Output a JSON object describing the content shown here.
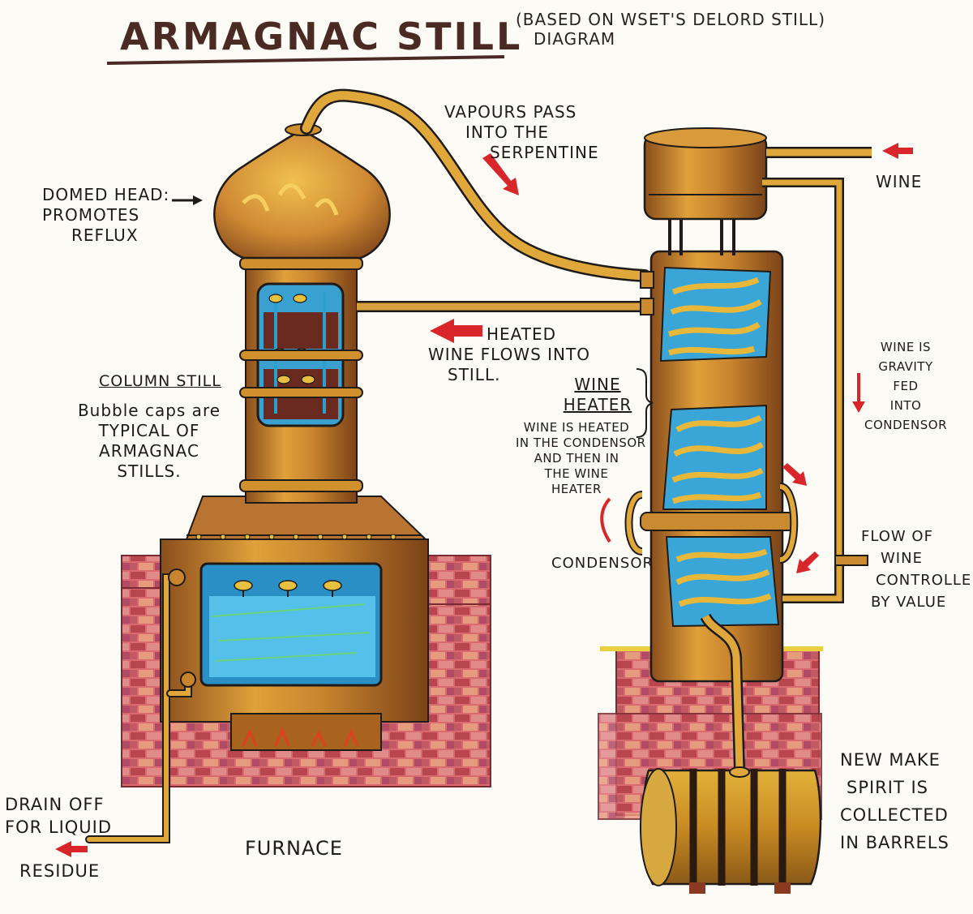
{
  "title": "ARMAGNAC STILL",
  "subtitle": [
    "(BASED ON WSET'S DELORD STILL)",
    "DIAGRAM"
  ],
  "labels": {
    "domed_head": [
      "DOMED HEAD:",
      "PROMOTES",
      "REFLUX"
    ],
    "vapours": [
      "VAPOURS PASS",
      "INTO THE",
      "SERPENTINE"
    ],
    "wine": "WINE",
    "heated_wine": [
      "HEATED",
      "WINE FLOWS INTO",
      "STILL."
    ],
    "column_still_heading": "COLUMN STILL",
    "column_still_text": [
      "Bubble caps are",
      "TYPICAL OF",
      "ARMAGNAC",
      "STILLS."
    ],
    "wine_heater_heading": [
      "WINE",
      "HEATER"
    ],
    "wine_heater_text": [
      "WINE IS HEATED",
      "IN THE CONDENSOR",
      "AND THEN IN",
      "THE WINE",
      "HEATER"
    ],
    "gravity_fed": [
      "WINE IS",
      "GRAVITY",
      "FED",
      "INTO",
      "CONDENSOR"
    ],
    "condensor": "CONDENSOR",
    "flow_of_wine": [
      "FLOW OF",
      "WINE",
      "CONTROLLED",
      "BY VALUE"
    ],
    "new_make_spirit": [
      "NEW MAKE",
      "SPIRIT IS",
      "COLLECTED",
      "IN BARRELS"
    ],
    "drain_off": [
      "DRAIN OFF",
      "FOR LIQUID"
    ],
    "residue": "RESIDUE",
    "furnace": "FURNACE"
  },
  "colors": {
    "copper": "#c9852e",
    "copper_dark": "#8a4e1c",
    "copper_light": "#e8b24a",
    "brick": "#c85a5e",
    "brick_light": "#e07a7a",
    "water": "#4db8e6",
    "water_dark": "#2a8fc4",
    "arrow": "#d8262a",
    "ink": "#1f1b19",
    "title": "#4a2a22"
  },
  "icons": [
    "arrow-left-icon",
    "arrow-right-icon",
    "arrow-down-icon",
    "arrow-down-right-icon"
  ]
}
